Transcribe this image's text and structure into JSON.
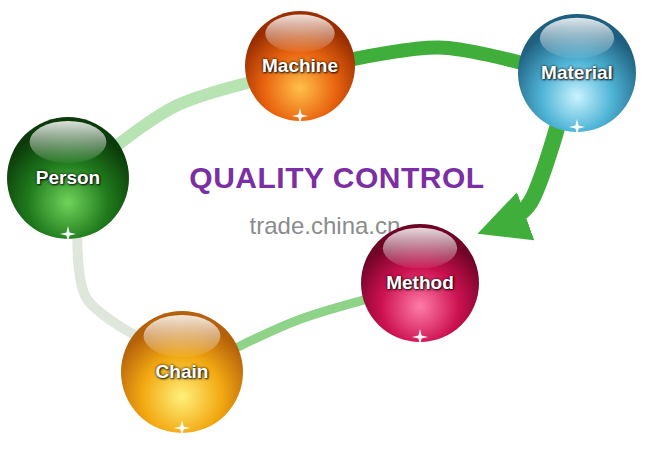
{
  "diagram": {
    "title": "QUALITY CONTROL",
    "nodes": [
      {
        "text": [
          "Person"
        ]
      },
      {
        "text": [
          "Machine"
        ]
      },
      {
        "text": [
          "Material"
        ]
      },
      {
        "text": [
          "Method"
        ]
      },
      {
        "text": [
          "Chain"
        ]
      }
    ],
    "edges": [
      {
        "from": 0,
        "to": 1,
        "arrow": "none"
      },
      {
        "from": 1,
        "to": 2,
        "arrow": "none"
      },
      {
        "from": 2,
        "to": 3,
        "arrow": "to"
      },
      {
        "from": 3,
        "to": 4,
        "arrow": "none"
      },
      {
        "from": 4,
        "to": 0,
        "arrow": "none"
      }
    ],
    "labels": [
      "trade.china.cn"
    ]
  }
}
